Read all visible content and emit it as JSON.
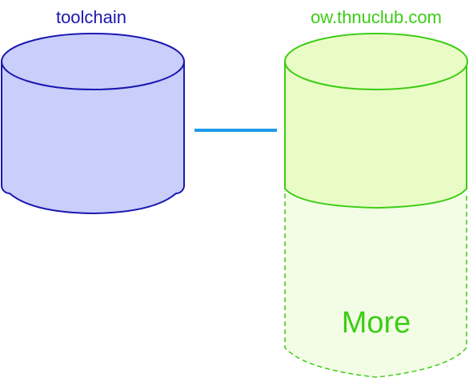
{
  "diagram": {
    "left_db": {
      "label": "toolchain",
      "stroke": "#1a17b0",
      "fill": "#c9cefa",
      "label_color": "#1a17b0"
    },
    "right_db": {
      "label": "ow.thnuclub.com",
      "stroke": "#3ccd15",
      "fill": "#e9fcc6",
      "label_color": "#3ccd15"
    },
    "extension": {
      "label": "More",
      "stroke": "#3ccd15",
      "fill": "#f3fde6",
      "label_color": "#3ccd15"
    },
    "connector": {
      "color": "#1e9be8"
    }
  }
}
